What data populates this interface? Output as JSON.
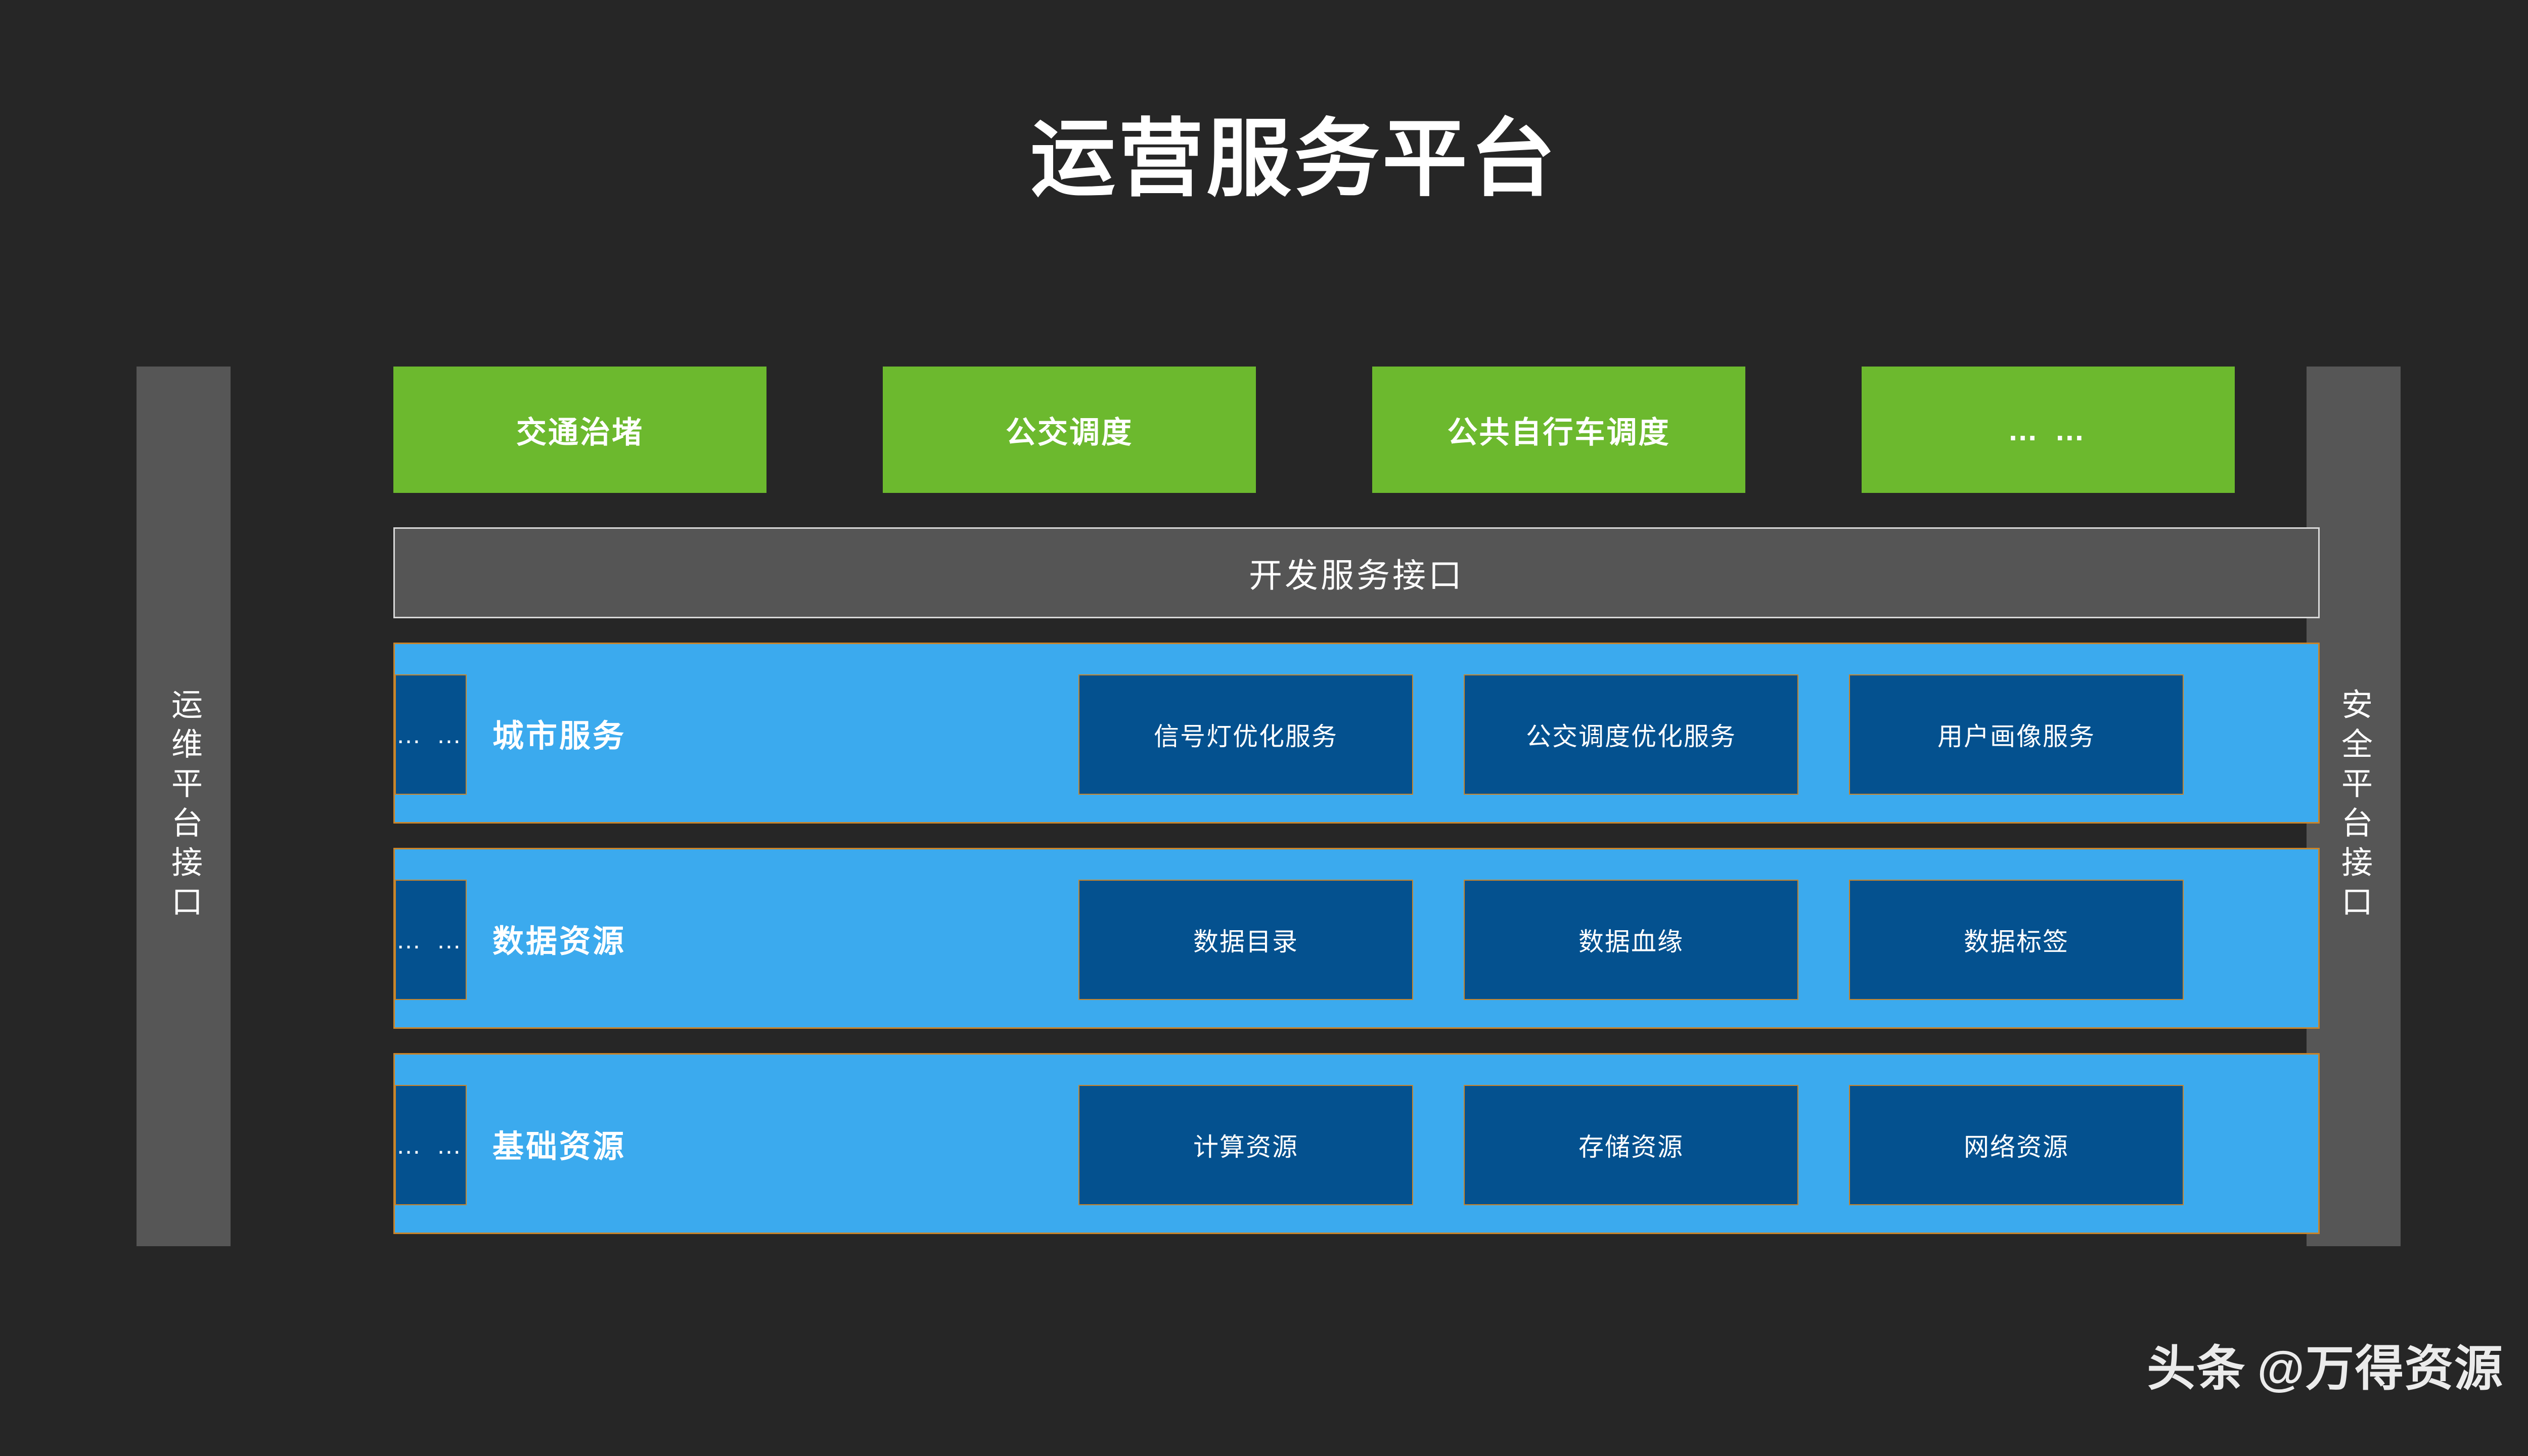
{
  "title": "运营服务平台",
  "colors": {
    "background": "#262626",
    "rail": "#565656",
    "application_green": "#6CB92E",
    "api_gray": "#555555",
    "capability_blue": "#3BAAEE",
    "item_dark_blue": "#04518F",
    "item_border": "#C8842A",
    "text": "#FFFFFF"
  },
  "left_rail": {
    "label": "运维平台接口"
  },
  "right_rail": {
    "label": "安全平台接口"
  },
  "applications": [
    {
      "label": "交通治堵"
    },
    {
      "label": "公交调度"
    },
    {
      "label": "公共自行车调度"
    },
    {
      "label": "… …"
    }
  ],
  "api_bar": {
    "label": "开发服务接口"
  },
  "capability_rows": [
    {
      "title": "城市服务",
      "items": [
        {
          "label": "信号灯优化服务"
        },
        {
          "label": "公交调度优化服务"
        },
        {
          "label": "用户画像服务"
        },
        {
          "label": "… …"
        }
      ]
    },
    {
      "title": "数据资源",
      "items": [
        {
          "label": "数据目录"
        },
        {
          "label": "数据血缘"
        },
        {
          "label": "数据标签"
        },
        {
          "label": "… …"
        }
      ]
    },
    {
      "title": "基础资源",
      "items": [
        {
          "label": "计算资源"
        },
        {
          "label": "存储资源"
        },
        {
          "label": "网络资源"
        },
        {
          "label": "… …"
        }
      ]
    }
  ],
  "watermark": {
    "source": "头条",
    "handle": "@万得资源"
  }
}
